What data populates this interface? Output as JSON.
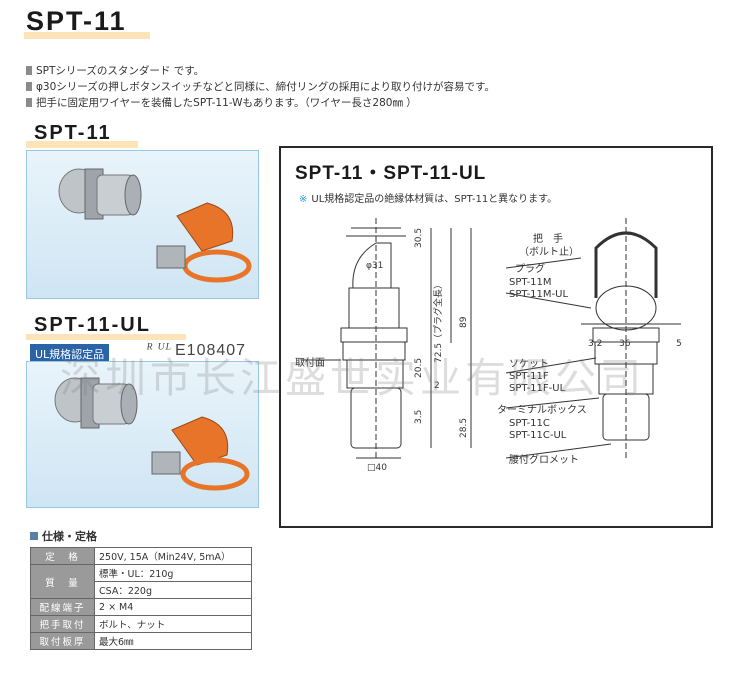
{
  "header": {
    "title": "SPT-11"
  },
  "description": [
    "SPTシリーズのスタンダード です。",
    "φ30シリーズの押しボタンスイッチなどと同様に、締付リングの採用により取り付けが容易です。",
    "把手に固定用ワイヤーを装備したSPT-11-Wもあります。（ワイヤー長さ280㎜ ）"
  ],
  "section1": {
    "title": "SPT-11"
  },
  "section2": {
    "title": "SPT-11-UL",
    "badge": "UL規格認定品",
    "ul_mark": "ᴿ ᵁᴸ",
    "ul_number": "E108407"
  },
  "drawing": {
    "title": "SPT-11・SPT-11-UL",
    "note_mark": "※",
    "note": "UL規格認定品の絶縁体材質は、SPT-11と異なります。",
    "dims": {
      "d31": "φ31",
      "d30_5": "30.5",
      "d72_5": "72.5（プラグ全長）",
      "d89": "89",
      "d20_5": "20.5",
      "d2": "2",
      "d3_5": "3.5",
      "d28_5": "28.5",
      "d40": "□40",
      "d3_2": "3.2",
      "d36": "36",
      "d5": "5"
    },
    "labels": {
      "mount_face": "取付面",
      "handle": "把　手",
      "handle_sub": "（ボルト止）",
      "plug": "プラグ",
      "plug_m1": "SPT-11M",
      "plug_m2": "SPT-11M-UL",
      "socket": "ソケット",
      "socket_f1": "SPT-11F",
      "socket_f2": "SPT-11F-UL",
      "terminal": "ターミナルボックス",
      "terminal_c1": "SPT-11C",
      "terminal_c2": "SPT-11C-UL",
      "grommet": "腰付グロメット"
    }
  },
  "specs": {
    "title": "仕様・定格",
    "rows": [
      {
        "label": "定　格",
        "values": [
          "250V, 15A（Min24V, 5mA）"
        ]
      },
      {
        "label": "質　量",
        "values": [
          "標準・UL：210g",
          "CSA：220g"
        ]
      },
      {
        "label": "配線端子",
        "values": [
          "2 × M4"
        ]
      },
      {
        "label": "把手取付",
        "values": [
          "ボルト、ナット"
        ]
      },
      {
        "label": "取付板厚",
        "values": [
          "最大6㎜"
        ]
      }
    ]
  },
  "watermark": "深圳市长江盛世实业有限公司",
  "colors": {
    "title_bar": "#fde4b8",
    "photo_bg": "#dbeef8",
    "badge": "#2a63a8",
    "handle_orange": "#e8742a"
  }
}
